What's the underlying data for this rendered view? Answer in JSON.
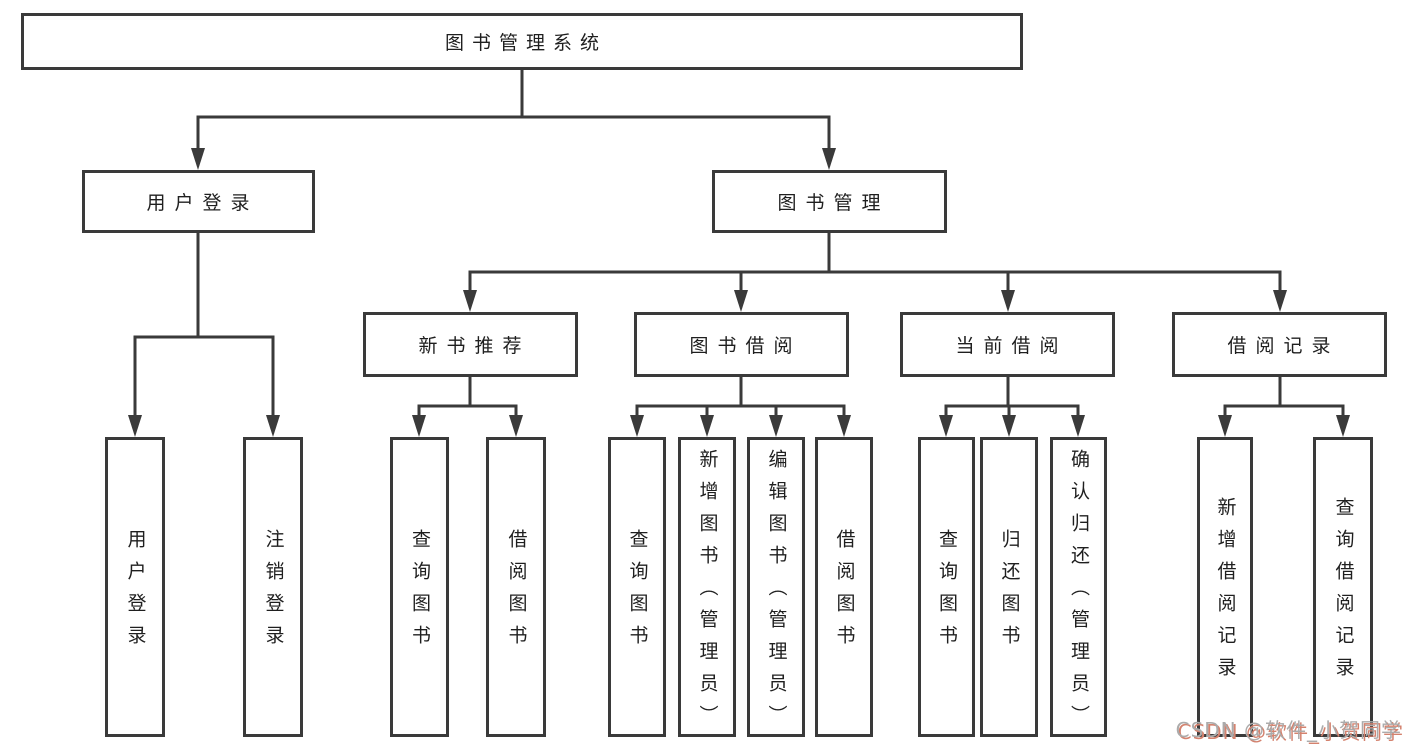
{
  "diagram": {
    "root": {
      "label": "图书管理系统",
      "children": [
        {
          "label": "用户登录",
          "children": [
            {
              "label": "用户登录"
            },
            {
              "label": "注销登录"
            }
          ]
        },
        {
          "label": "图书管理",
          "children": [
            {
              "label": "新书推荐",
              "children": [
                {
                  "label": "查询图书"
                },
                {
                  "label": "借阅图书"
                }
              ]
            },
            {
              "label": "图书借阅",
              "children": [
                {
                  "label": "查询图书"
                },
                {
                  "label": "新增图书（管理员）"
                },
                {
                  "label": "编辑图书（管理员）"
                },
                {
                  "label": "借阅图书"
                }
              ]
            },
            {
              "label": "当前借阅",
              "children": [
                {
                  "label": "查询图书"
                },
                {
                  "label": "归还图书"
                },
                {
                  "label": "确认归还（管理员）"
                }
              ]
            },
            {
              "label": "借阅记录",
              "children": [
                {
                  "label": "新增借阅记录"
                },
                {
                  "label": "查询借阅记录"
                }
              ]
            }
          ]
        }
      ]
    }
  },
  "watermark": {
    "text": "CSDN @软件_小贺同学"
  },
  "colors": {
    "line": "#3a3a3a",
    "text": "#1f1f1f",
    "background": "#ffffff",
    "watermark_gray": "#ababab",
    "watermark_shadow": "#d4826e"
  }
}
